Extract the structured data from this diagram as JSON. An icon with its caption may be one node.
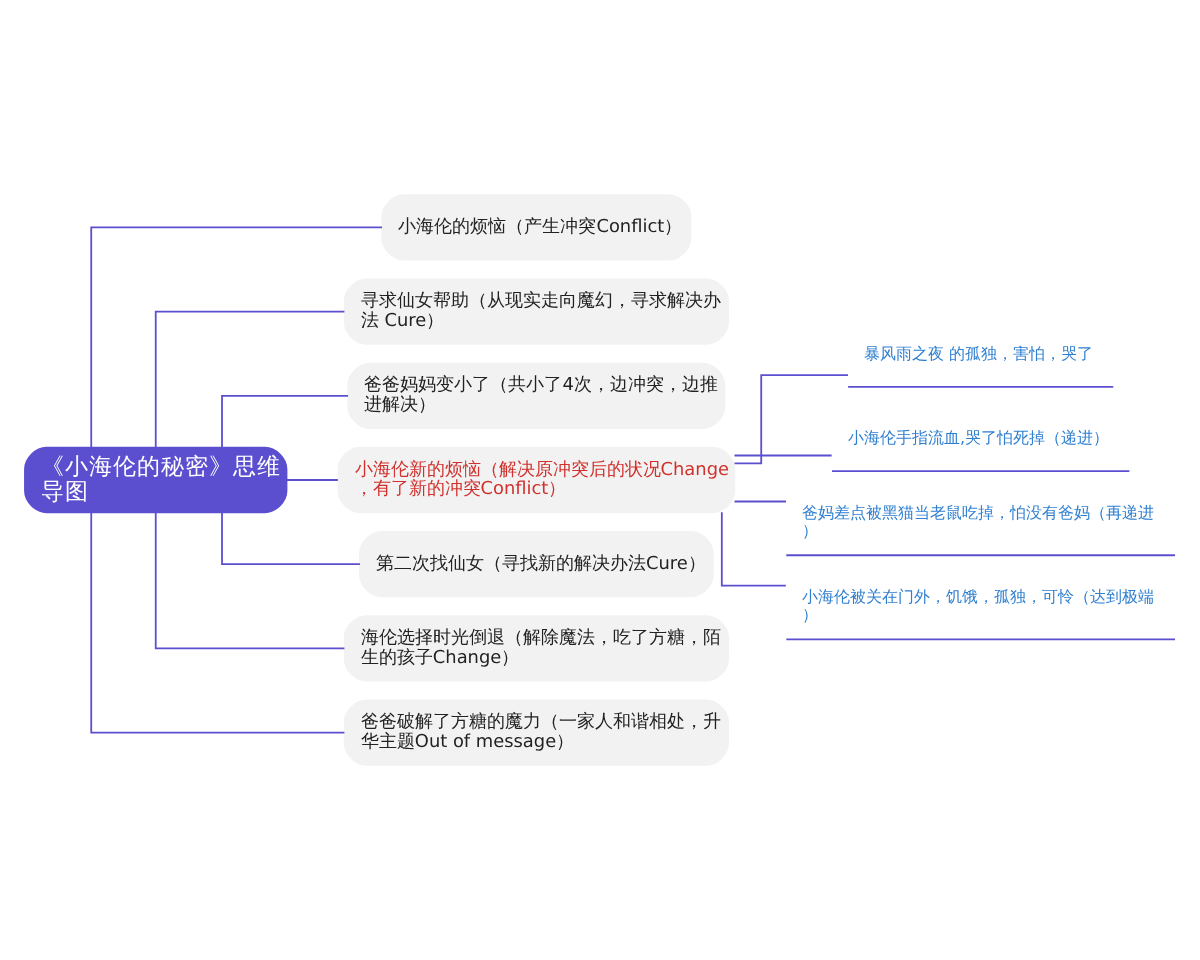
{
  "diagram": {
    "nodes": [
      {
        "text": [
          "《小海伦的秘密》思维导图"
        ]
      },
      {
        "text": [
          "小海伦的烦恼（产生冲突Conflict）"
        ]
      },
      {
        "text": [
          "寻求仙女帮助（从现实走向魔幻，寻求解决办法 Cure）"
        ]
      },
      {
        "text": [
          "爸爸妈妈变小了（共小了4次，边冲突，边推进解决）"
        ]
      },
      {
        "text": [
          "小海伦新的烦恼（解决原冲突后的状况Change，有了新的冲突Conflict）"
        ]
      },
      {
        "text": [
          "第二次找仙女（寻找新的解决办法Cure）"
        ]
      },
      {
        "text": [
          "海伦选择时光倒退（解除魔法，吃了方糖，陌生的孩子Change）"
        ]
      },
      {
        "text": [
          "爸爸破解了方糖的魔力（一家人和谐相处，升华主题Out of message）"
        ]
      },
      {
        "text": [
          "暴风雨之夜 的孤独，害怕，哭了"
        ]
      },
      {
        "text": [
          "小海伦手指流血,哭了怕死掉（递进）"
        ]
      },
      {
        "text": [
          "爸妈差点被黑猫当老鼠吃掉，怕没有爸妈（再递进）"
        ]
      },
      {
        "text": [
          "小海伦被关在门外，饥饿，孤独，可怜（达到极端）"
        ]
      }
    ],
    "edges": [
      {
        "from": 0,
        "to": 1,
        "arrow": "none"
      },
      {
        "from": 0,
        "to": 2,
        "arrow": "none"
      },
      {
        "from": 0,
        "to": 3,
        "arrow": "none"
      },
      {
        "from": 0,
        "to": 4,
        "arrow": "none"
      },
      {
        "from": 0,
        "to": 5,
        "arrow": "none"
      },
      {
        "from": 0,
        "to": 6,
        "arrow": "none"
      },
      {
        "from": 0,
        "to": 7,
        "arrow": "none"
      },
      {
        "from": 4,
        "to": 8,
        "arrow": "none"
      },
      {
        "from": 4,
        "to": 9,
        "arrow": "none"
      },
      {
        "from": 4,
        "to": 10,
        "arrow": "none"
      },
      {
        "from": 4,
        "to": 11,
        "arrow": "none"
      }
    ]
  }
}
